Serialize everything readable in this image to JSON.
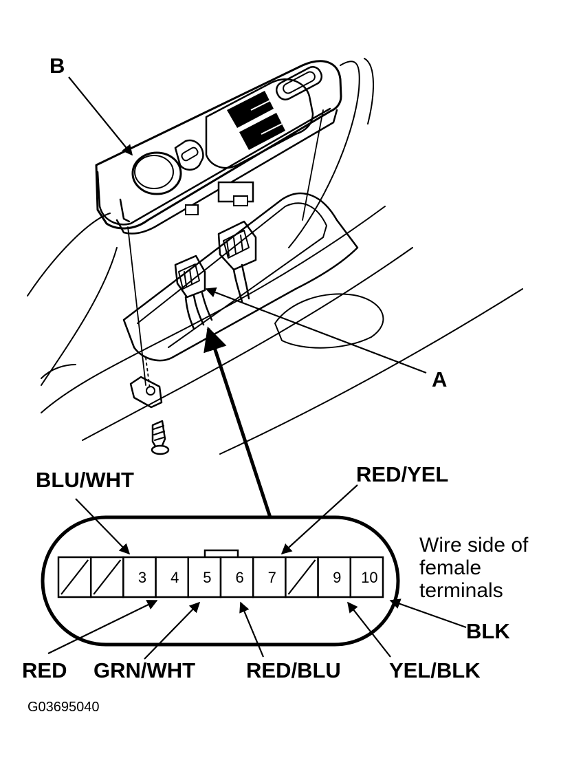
{
  "callouts": {
    "b": "B",
    "a": "A"
  },
  "wire_labels": {
    "blu_wht": "BLU/WHT",
    "red_yel": "RED/YEL",
    "red": "RED",
    "grn_wht": "GRN/WHT",
    "red_blu": "RED/BLU",
    "yel_blk": "YEL/BLK",
    "blk": "BLK"
  },
  "connector": {
    "pins": [
      "",
      "",
      "3",
      "4",
      "5",
      "6",
      "7",
      "",
      "9",
      "10"
    ],
    "note_lines": [
      "Wire side of",
      "female",
      "terminals"
    ]
  },
  "figure_id": "G03695040"
}
